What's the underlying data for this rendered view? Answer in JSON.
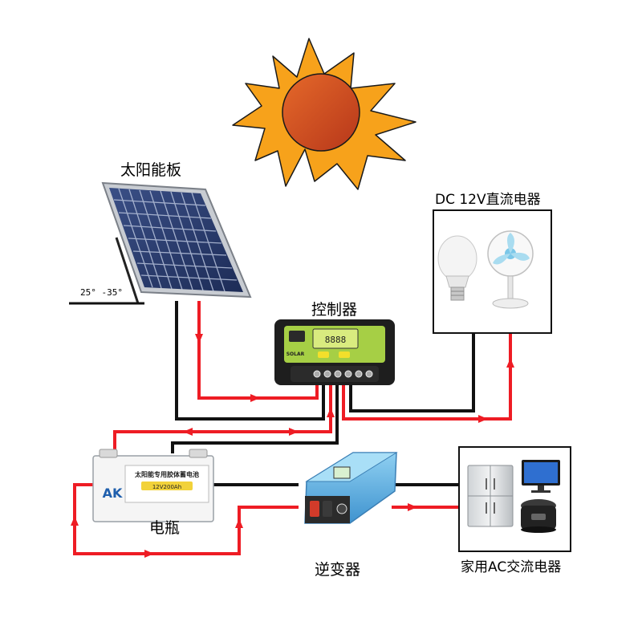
{
  "labels": {
    "solar_panel": "太阳能板",
    "tilt_angle": "25° -35°",
    "controller": "控制器",
    "dc_appliances": "DC 12V直流电器",
    "battery": "电瓶",
    "inverter": "逆变器",
    "ac_appliances": "家用AC交流电器"
  },
  "battery_label": {
    "brand": "AK",
    "title": "太阳能专用胶体蓄电池",
    "spec": "12V200Ah"
  },
  "controller_label": {
    "brand": "SOLAR",
    "display": "8888"
  },
  "colors": {
    "positive_wire": "#ee1c24",
    "negative_wire": "#111111",
    "sun_rays": "#f7a21b",
    "sun_core": "#d9501f",
    "controller_body": "#a6cf45",
    "inverter_body": "#6ab8e6"
  }
}
